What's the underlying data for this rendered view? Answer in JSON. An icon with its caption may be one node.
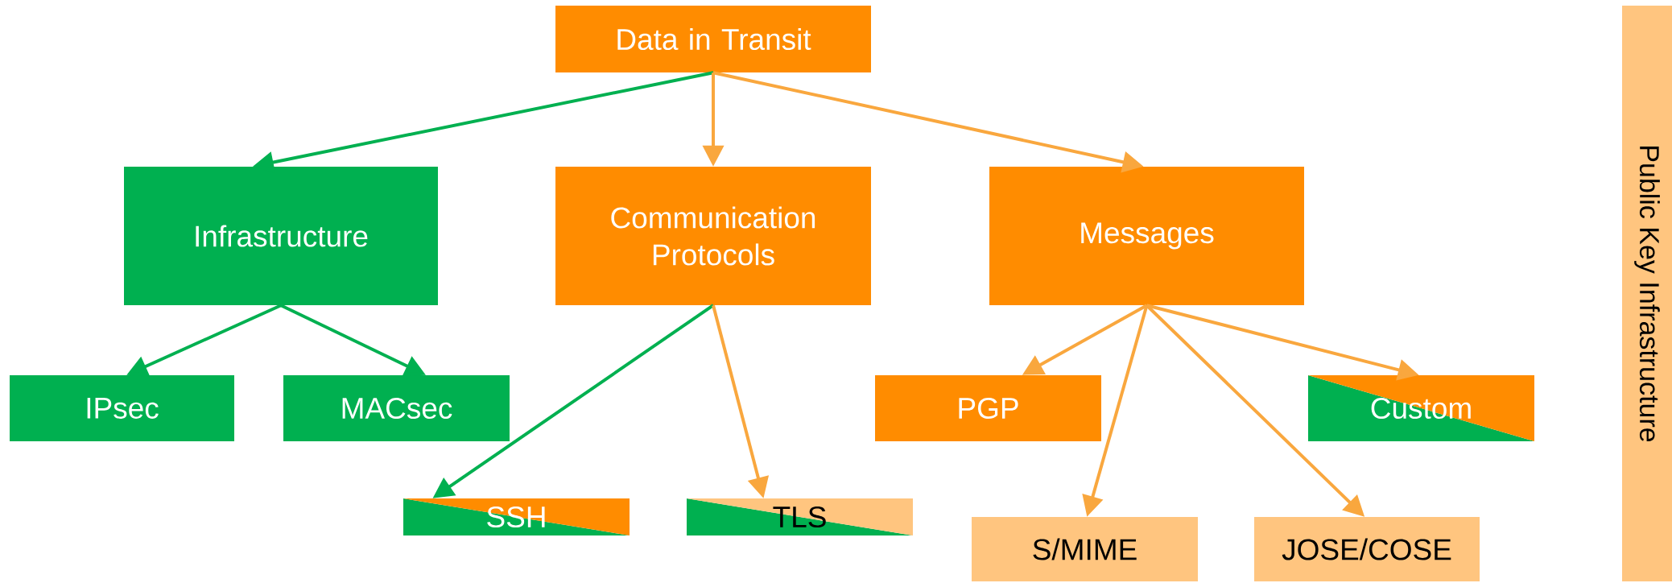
{
  "diagram": {
    "nodes": [
      {
        "text": [
          "Data in Transit"
        ]
      },
      {
        "text": [
          "Infrastructure"
        ]
      },
      {
        "text": [
          "Communication Protocols"
        ]
      },
      {
        "text": [
          "Messages"
        ]
      },
      {
        "text": [
          "IPsec"
        ]
      },
      {
        "text": [
          "MACsec"
        ]
      },
      {
        "text": [
          "SSH"
        ]
      },
      {
        "text": [
          "TLS"
        ]
      },
      {
        "text": [
          "PGP"
        ]
      },
      {
        "text": [
          "Custom"
        ]
      },
      {
        "text": [
          "S/MIME"
        ]
      },
      {
        "text": [
          "JOSE/COSE"
        ]
      },
      {
        "text": [
          "Public Key Infrastructure"
        ]
      }
    ],
    "edges": [
      {
        "from": 0,
        "to": 1,
        "arrow": "to",
        "color": "#00b050"
      },
      {
        "from": 0,
        "to": 2,
        "arrow": "to"
      },
      {
        "from": 0,
        "to": 3,
        "arrow": "to"
      },
      {
        "from": 1,
        "to": 4,
        "arrow": "to",
        "color": "#00b050"
      },
      {
        "from": 1,
        "to": 5,
        "arrow": "to",
        "color": "#00b050"
      },
      {
        "from": 2,
        "to": 6,
        "arrow": "to",
        "color": "#00b050"
      },
      {
        "from": 2,
        "to": 7,
        "arrow": "to"
      },
      {
        "from": 3,
        "to": 8,
        "arrow": "to"
      },
      {
        "from": 3,
        "to": 10,
        "arrow": "to"
      },
      {
        "from": 3,
        "to": 11,
        "arrow": "to"
      },
      {
        "from": 3,
        "to": 9,
        "arrow": "to"
      }
    ]
  }
}
